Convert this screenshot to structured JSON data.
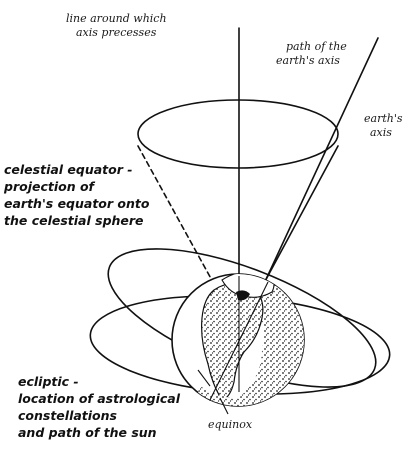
{
  "labels": {
    "precession_line": [
      "line around which",
      "axis precesses"
    ],
    "axis_path": [
      "path of the",
      "earth's axis"
    ],
    "earth_axis": [
      "earth's",
      "axis"
    ],
    "celestial_equator": [
      "celestial equator -",
      "projection of",
      "earth's equator onto",
      "the celestial sphere"
    ],
    "ecliptic": [
      "ecliptic -",
      "location of astrological",
      "constellations",
      "and path of the sun"
    ],
    "equinox": "equinox"
  }
}
